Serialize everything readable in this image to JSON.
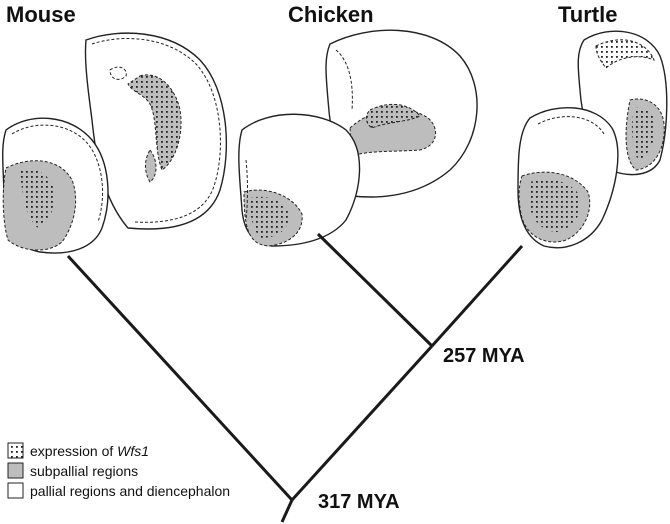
{
  "species": {
    "mouse": "Mouse",
    "chicken": "Chicken",
    "turtle": "Turtle"
  },
  "nodes": {
    "inner": "257 MYA",
    "root": "317 MYA"
  },
  "legend": {
    "expression_prefix": "expression of ",
    "expression_gene": "Wfs1",
    "subpallial": "subpallial regions",
    "pallial": "pallial regions and diencephalon"
  },
  "colors": {
    "subpallial_fill": "#bdbdbd",
    "pallial_fill": "#ffffff",
    "expression_dot": "#222222",
    "lines": "#1a1a1a"
  },
  "icons": {
    "expression_swatch": "dot-pattern-swatch",
    "subpallial_swatch": "gray-swatch",
    "pallial_swatch": "white-swatch"
  }
}
